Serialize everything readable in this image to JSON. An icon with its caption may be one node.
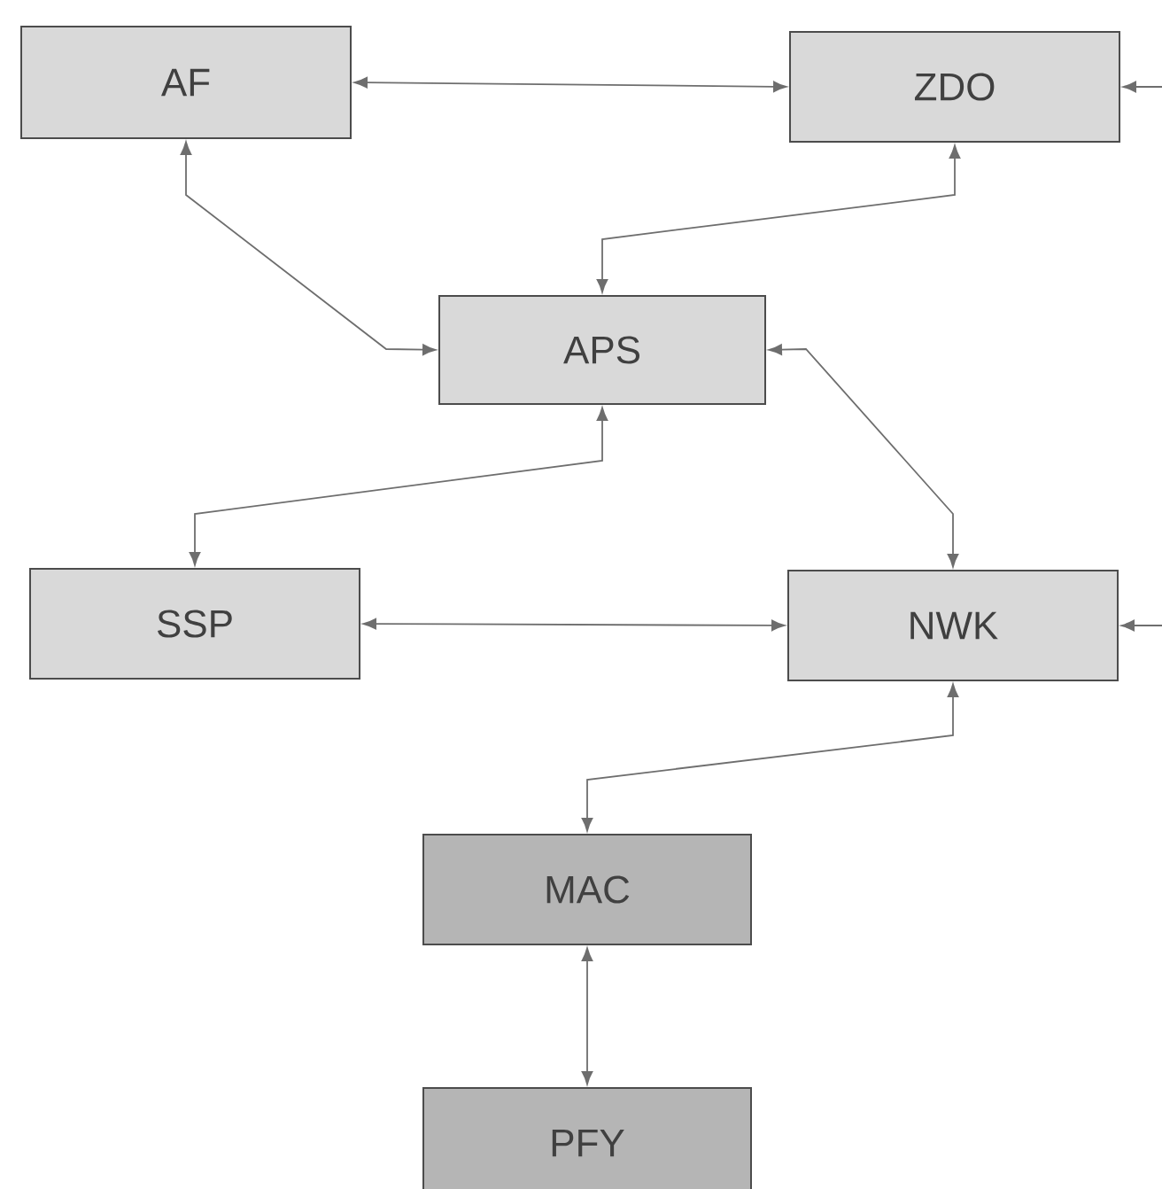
{
  "diagram": {
    "nodes": [
      {
        "text": [
          "AF"
        ]
      },
      {
        "text": [
          "ZDO"
        ]
      },
      {
        "text": [
          "APS"
        ]
      },
      {
        "text": [
          "SSP"
        ]
      },
      {
        "text": [
          "NWK"
        ]
      },
      {
        "text": [
          "MAC"
        ]
      },
      {
        "text": [
          "PFY"
        ]
      }
    ],
    "edges": [
      {
        "from": 0,
        "to": 1,
        "arrow": "both"
      },
      {
        "from": 0,
        "to": 2,
        "arrow": "both"
      },
      {
        "from": 1,
        "to": 2,
        "arrow": "both"
      },
      {
        "from": 2,
        "to": 3,
        "arrow": "both"
      },
      {
        "from": 2,
        "to": 4,
        "arrow": "both"
      },
      {
        "from": 3,
        "to": 4,
        "arrow": "both"
      },
      {
        "from": 4,
        "to": 5,
        "arrow": "both"
      },
      {
        "from": 5,
        "to": 6,
        "arrow": "both"
      },
      {
        "from": null,
        "to": 1,
        "arrow": "to"
      },
      {
        "from": null,
        "to": 4,
        "arrow": "to"
      }
    ]
  }
}
